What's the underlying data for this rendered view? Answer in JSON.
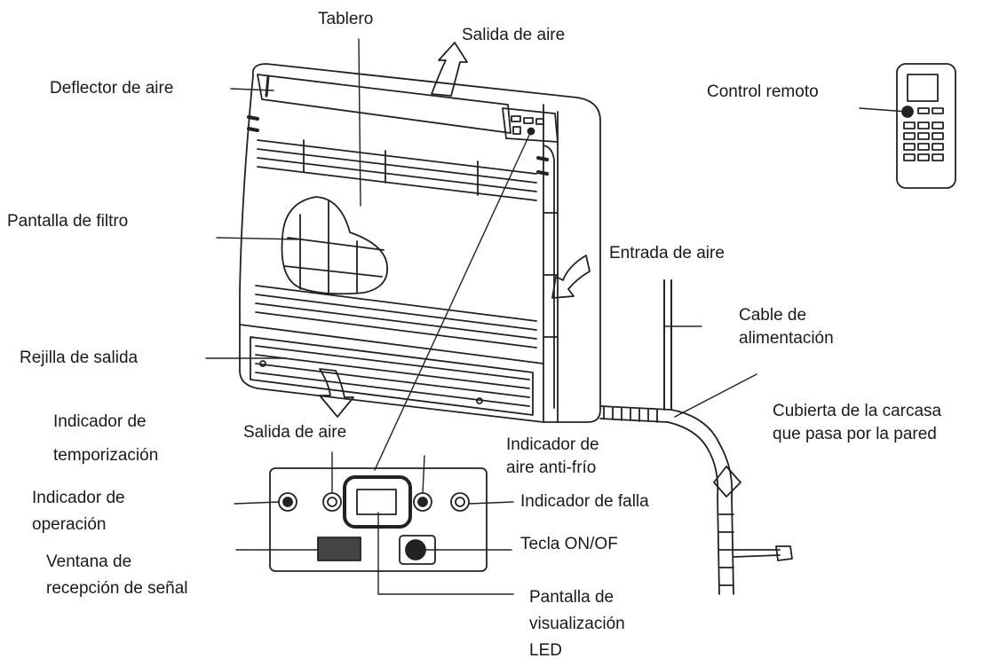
{
  "labels": {
    "tablero": "Tablero",
    "salida_aire_top": "Salida de aire",
    "deflector": "Deflector de aire",
    "control_remoto": "Control remoto",
    "pantalla_filtro": "Pantalla de filtro",
    "entrada_aire": "Entrada de aire",
    "cable_1": "Cable de",
    "cable_2": "alimentación",
    "rejilla": "Rejilla de salida",
    "cubierta_1": "Cubierta de la carcasa",
    "cubierta_2": "que pasa por la pared",
    "ind_temp_1": "Indicador de",
    "ind_temp_2": "temporización",
    "salida_aire_bottom": "Salida de aire",
    "ind_antifrio_1": "Indicador de",
    "ind_antifrio_2": "aire anti-frío",
    "ind_oper_1": "Indicador de",
    "ind_oper_2": "operación",
    "ind_falla": "Indicador de falla",
    "tecla": "Tecla ON/OF",
    "ventana_1": "Ventana de",
    "ventana_2": "recepción de señal",
    "pantalla_led_1": "Pantalla de",
    "pantalla_led_2": "visualización",
    "pantalla_led_3": "LED"
  },
  "colors": {
    "line": "#222222",
    "background": "#ffffff"
  }
}
